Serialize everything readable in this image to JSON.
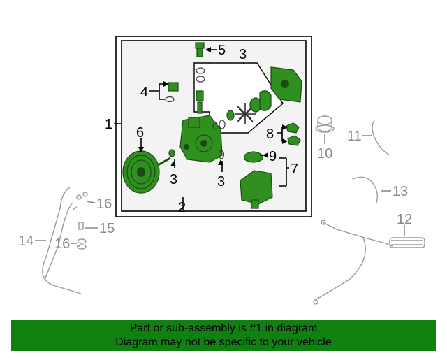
{
  "callouts": {
    "c1": "1",
    "c2": "2",
    "c3a": "3",
    "c3b": "3",
    "c3c": "3",
    "c4": "4",
    "c5": "5",
    "c6": "6",
    "c7": "7",
    "c8": "8",
    "c9": "9",
    "c10": "10",
    "c11": "11",
    "c12": "12",
    "c13": "13",
    "c14": "14",
    "c15": "15",
    "c16a": "16",
    "c16b": "16"
  },
  "footer": {
    "line1": "Part or sub-assembly is #1 in diagram",
    "line2": "Diagram may not be specific to your vehicle"
  },
  "colors": {
    "banner": "#108010",
    "part_highlight": "#2f8f1f",
    "panel_fill": "#f3f3f3",
    "callout_active": "#000000",
    "callout_inactive": "#8a8a8a"
  }
}
